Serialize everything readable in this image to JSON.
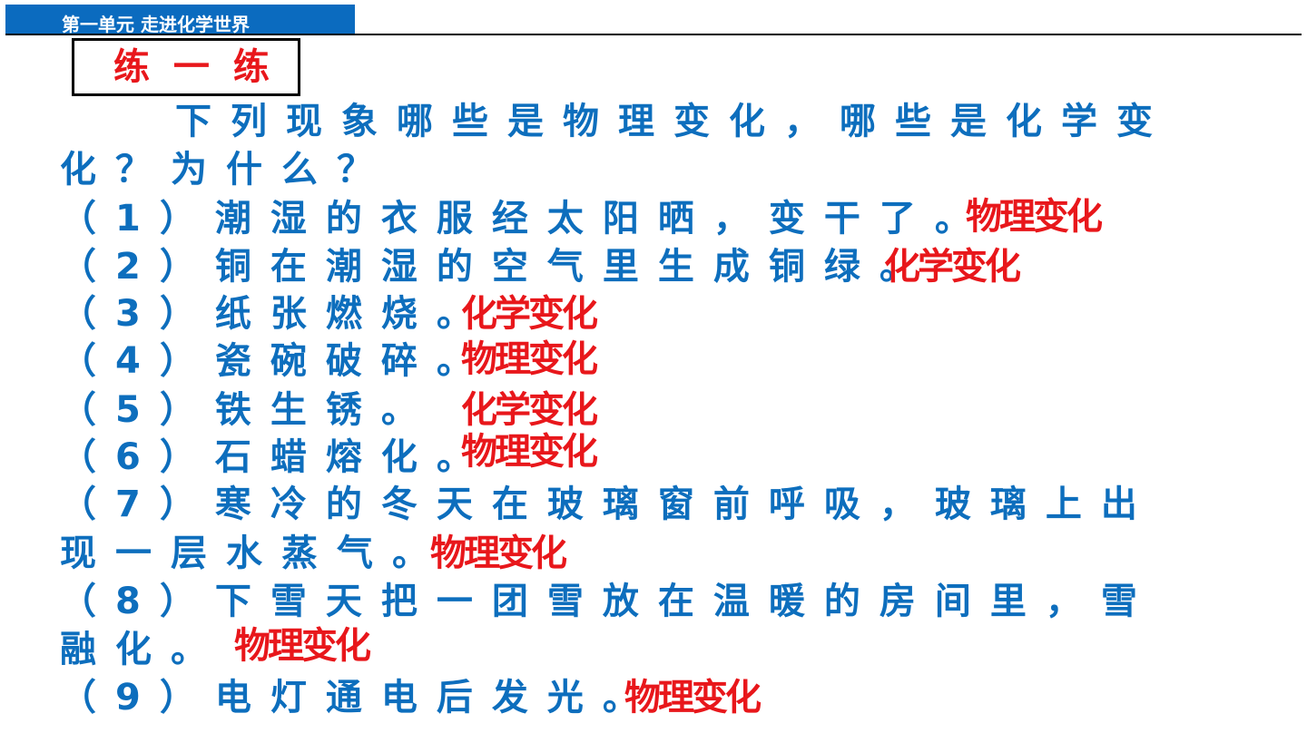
{
  "header": {
    "unit_title": "第一单元   走进化学世界"
  },
  "practice": {
    "title": "练 一 练"
  },
  "question": {
    "line1": "下列现象哪些是物理变化，哪些是化学变",
    "line2": "化？为什么？"
  },
  "items": [
    {
      "text": "（1）潮湿的衣服经太阳晒，变干了。",
      "answer": "物理变化"
    },
    {
      "text": "（2）铜在潮湿的空气里生成铜绿。",
      "answer": "化学变化"
    },
    {
      "text": "（3）纸张燃烧。",
      "answer": "化学变化"
    },
    {
      "text": "（4）瓷碗破碎。",
      "answer": "物理变化"
    },
    {
      "text": "（5）铁生锈。",
      "answer": "化学变化"
    },
    {
      "text": "（6）石蜡熔化。",
      "answer": "物理变化"
    },
    {
      "text": "（7）寒冷的冬天在玻璃窗前呼吸，玻璃上出",
      "text2": "现一层水蒸气。",
      "answer": "物理变化"
    },
    {
      "text": "（8）下雪天把一团雪放在温暖的房间里，雪",
      "text2": "融化。",
      "answer": "物理变化"
    },
    {
      "text": "（9）电灯通电后发光。",
      "answer": "物理变化"
    }
  ]
}
